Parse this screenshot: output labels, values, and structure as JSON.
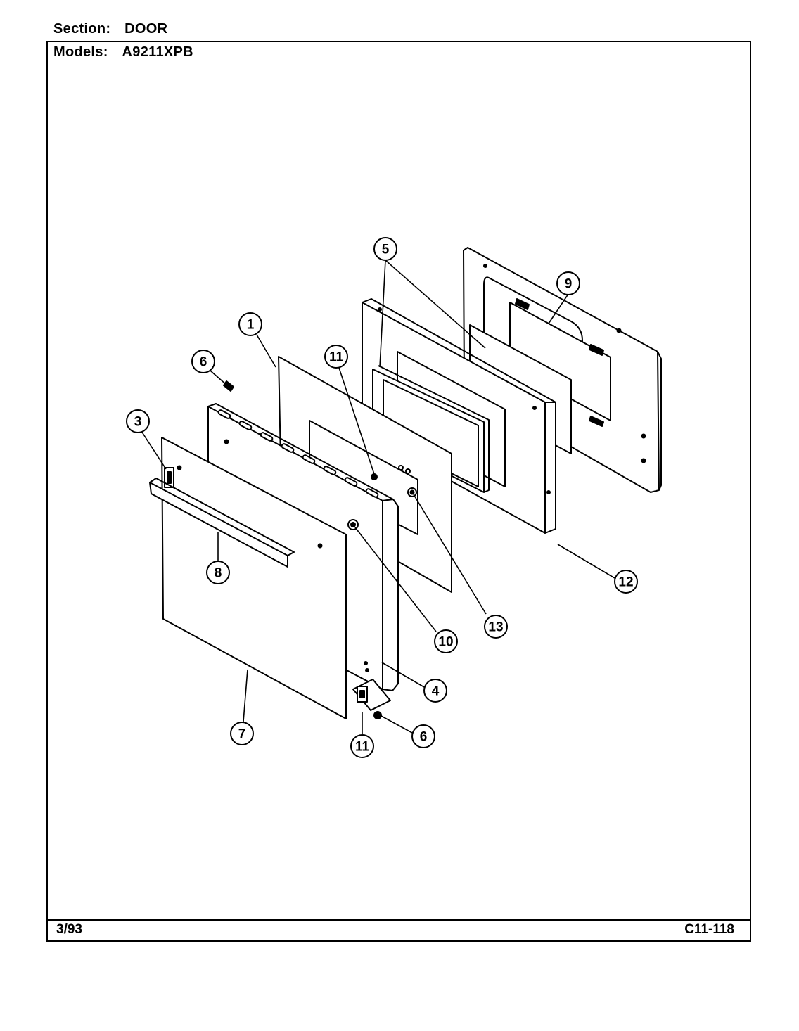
{
  "header": {
    "section_label": "Section:",
    "section_value": "DOOR",
    "models_label": "Models:",
    "models_value": "A9211XPB"
  },
  "footer": {
    "date_code": "3/93",
    "page_code": "C11-118"
  },
  "callouts": [
    "1",
    "3",
    "4",
    "5",
    "6",
    "6",
    "7",
    "8",
    "9",
    "10",
    "11",
    "11",
    "12",
    "13"
  ]
}
